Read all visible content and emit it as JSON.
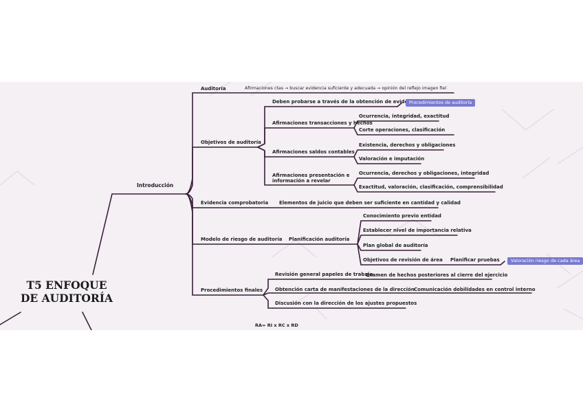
{
  "mindmap": {
    "title_line1": "T5 ENFOQUE",
    "title_line2": "DE AUDITORÍA",
    "main_branch": "Introducción",
    "auditoria": {
      "label": "Auditoría",
      "detail": "Afirmaciones ctas → buscar evidencia suficiente y adecuada → opinión del reflejo imagen fiel"
    },
    "objetivos": {
      "label": "Objetivos de auditoría",
      "deben": "Deben probarse a través de la obtención de evidencias",
      "deben_tag": "Procedimientos de auditoría",
      "transacciones": "Afirmaciones transacciones y hechos",
      "trans_1": "Ocurrencia, integridad, exactitud",
      "trans_2": "Corte operaciones, clasificación",
      "saldos": "Afirmaciones saldos contables",
      "saldos_1": "Existencia, derechos y obligaciones",
      "saldos_2": "Valoración e imputación",
      "presentacion_1": "Afirmaciones presentación e",
      "presentacion_2": "información a revelar",
      "pres_1": "Ocurrencia, derechos y obligaciones, integridad",
      "pres_2": "Exactitud, valoración, clasificación, comprensibilidad"
    },
    "evidencia": {
      "label": "Evidencia comprobatoria",
      "detail": "Elementos de juicio que deben ser suficiente en cantidad y calidad"
    },
    "modelo": {
      "label": "Modelo de riesgo de auditoría",
      "planificacion": "Planificación auditoría",
      "p1": "Conocimiento previo entidad",
      "p2": "Establecer nivel de importancia relativa",
      "p3": "Plan global de auditoría",
      "p4": "Objetivos de revisión de área",
      "p4_child": "Planificar pruebas",
      "p4_tag": "Valoración riesgo de cada área"
    },
    "procedimientos": {
      "label": "Procedimientos finales",
      "r1": "Revisión general papeles de trabajo",
      "r1_child": "Examen de hechos posteriores al cierre del ejercicio",
      "r2": "Obtención carta de manifestaciones de la dirección",
      "r2_child": "Comunicación debilidades en control interno",
      "r3": "Discusión con la dirección de los ajustes propuestos"
    },
    "formula": "RA= RI x RC x RD"
  },
  "colors": {
    "line": "#3a1f3a",
    "tag": "#7a7ad0",
    "background": "#f4f0f4"
  }
}
